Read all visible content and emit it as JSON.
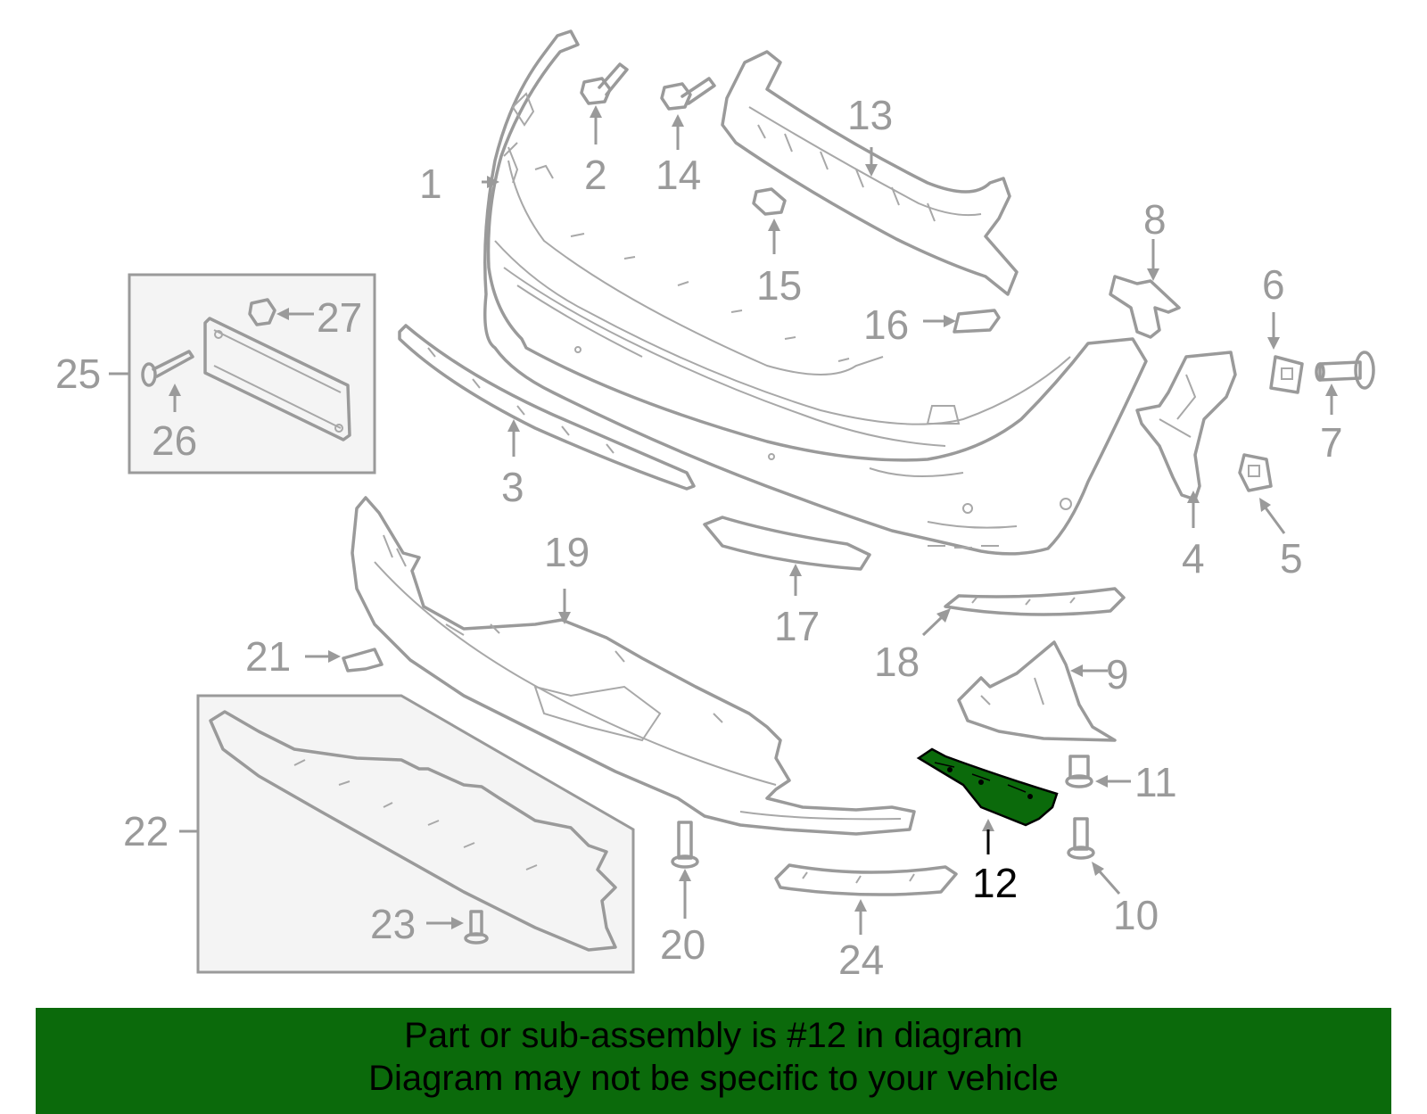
{
  "diagram": {
    "highlight_color": "#0b6a0b",
    "highlighted_part": "12",
    "callouts": {
      "c1": "1",
      "c2": "2",
      "c3": "3",
      "c4": "4",
      "c5": "5",
      "c6": "6",
      "c7": "7",
      "c8": "8",
      "c9": "9",
      "c10": "10",
      "c11": "11",
      "c12": "12",
      "c13": "13",
      "c14": "14",
      "c15": "15",
      "c16": "16",
      "c17": "17",
      "c18": "18",
      "c19": "19",
      "c20": "20",
      "c21": "21",
      "c22": "22",
      "c23": "23",
      "c24": "24",
      "c25": "25",
      "c26": "26",
      "c27": "27"
    }
  },
  "banner": {
    "line1": "Part or sub-assembly is #12 in diagram",
    "line2": "Diagram may not be specific to your vehicle",
    "background": "#0b6a0b"
  }
}
